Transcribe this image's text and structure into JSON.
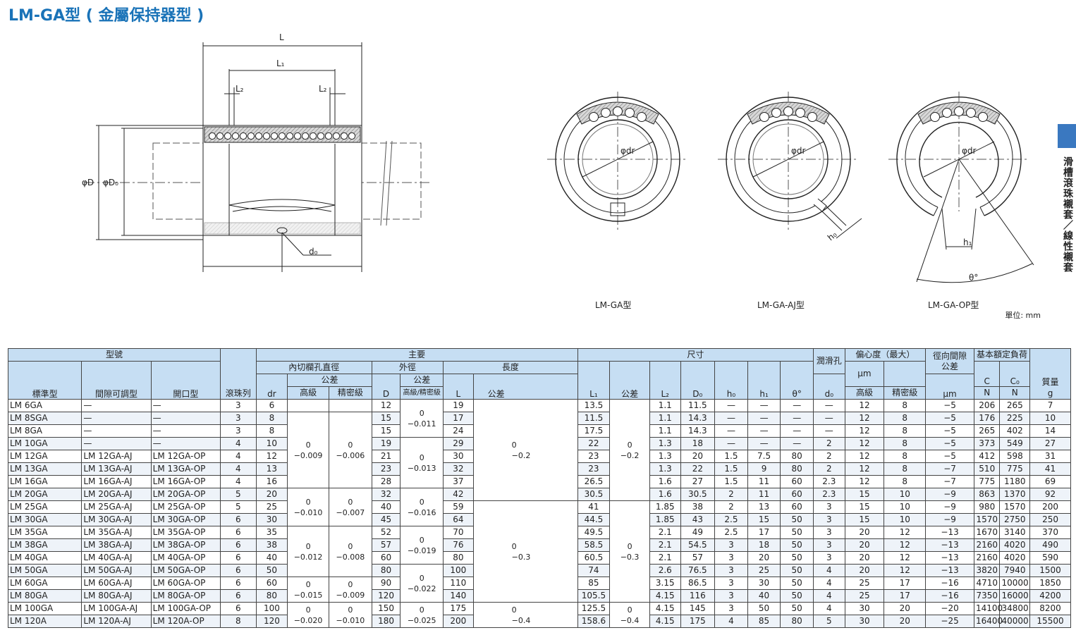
{
  "title": "LM-GA型 ( 金屬保持器型 )",
  "side_tab": "滑槽滾珠襯套／線性襯套",
  "unit": "單位: mm",
  "captions": [
    "LM-GA型",
    "LM-GA-AJ型",
    "LM-GA-OP型"
  ],
  "drawing_labels": {
    "L": "L",
    "L1": "L₁",
    "L2a": "L₂",
    "L2b": "L₂",
    "D": "φD",
    "D0": "φD₀",
    "d0": "d₀",
    "dr1": "φdr",
    "dr2": "φdr",
    "dr3": "φdr",
    "h0": "h₀",
    "h1": "h₁",
    "theta": "θ°"
  },
  "headers": {
    "model": "型號",
    "std": "標準型",
    "adj": "間隙可調型",
    "open": "開口型",
    "balls": "滾珠列",
    "main": "主要",
    "dims": "尺寸",
    "inscribed": "內切欄孔直徑",
    "tol": "公差",
    "high": "高級",
    "prec": "精密級",
    "dr": "dr",
    "od": "外徑",
    "D": "D",
    "tolhp": "高級/精密級",
    "length": "長度",
    "L": "L",
    "ltol": "公差",
    "L1": "L₁",
    "l1tol": "公差",
    "L2": "L₂",
    "D0": "D₀",
    "h0": "h₀",
    "h1": "h₁",
    "theta": "θ°",
    "lube": "潤滑孔",
    "d0": "d₀",
    "ecc": "偏心度（最大）",
    "um": "μm",
    "ecc_high": "高級",
    "ecc_prec": "精密級",
    "radial": "徑向間隙",
    "radial_tol": "公差",
    "radial_um": "μm",
    "load": "基本額定負荷",
    "C": "C",
    "C0": "C₀",
    "N1": "N",
    "N2": "N",
    "mass": "質量",
    "g": "g"
  },
  "rows": [
    {
      "std": "LM 6GA",
      "adj": "—",
      "open": "—",
      "balls": "3",
      "dr": "6",
      "D": "12",
      "L": "19",
      "L1": "13.5",
      "L2": "1.1",
      "D0": "11.5",
      "h0": "—",
      "h1": "—",
      "theta": "—",
      "d0": "—",
      "eh": "12",
      "ep": "8",
      "rc": "−5",
      "C": "206",
      "C0": "265",
      "mass": "7"
    },
    {
      "std": "LM 8SGA",
      "adj": "—",
      "open": "—",
      "balls": "3",
      "dr": "8",
      "D": "15",
      "L": "17",
      "L1": "11.5",
      "L2": "1.1",
      "D0": "14.3",
      "h0": "—",
      "h1": "—",
      "theta": "—",
      "d0": "—",
      "eh": "12",
      "ep": "8",
      "rc": "−5",
      "C": "176",
      "C0": "225",
      "mass": "10"
    },
    {
      "std": "LM 8GA",
      "adj": "—",
      "open": "—",
      "balls": "3",
      "dr": "8",
      "D": "15",
      "L": "24",
      "L1": "17.5",
      "L2": "1.1",
      "D0": "14.3",
      "h0": "—",
      "h1": "—",
      "theta": "—",
      "d0": "—",
      "eh": "12",
      "ep": "8",
      "rc": "−5",
      "C": "265",
      "C0": "402",
      "mass": "14"
    },
    {
      "std": "LM 10GA",
      "adj": "—",
      "open": "—",
      "balls": "4",
      "dr": "10",
      "D": "19",
      "L": "29",
      "L1": "22",
      "L2": "1.3",
      "D0": "18",
      "h0": "—",
      "h1": "—",
      "theta": "—",
      "d0": "2",
      "eh": "12",
      "ep": "8",
      "rc": "−5",
      "C": "373",
      "C0": "549",
      "mass": "27"
    },
    {
      "std": "LM 12GA",
      "adj": "LM 12GA-AJ",
      "open": "LM 12GA-OP",
      "balls": "4",
      "dr": "12",
      "D": "21",
      "L": "30",
      "L1": "23",
      "L2": "1.3",
      "D0": "20",
      "h0": "1.5",
      "h1": "7.5",
      "theta": "80",
      "d0": "2",
      "eh": "12",
      "ep": "8",
      "rc": "−5",
      "C": "412",
      "C0": "598",
      "mass": "31"
    },
    {
      "std": "LM 13GA",
      "adj": "LM 13GA-AJ",
      "open": "LM 13GA-OP",
      "balls": "4",
      "dr": "13",
      "D": "23",
      "L": "32",
      "L1": "23",
      "L2": "1.3",
      "D0": "22",
      "h0": "1.5",
      "h1": "9",
      "theta": "80",
      "d0": "2",
      "eh": "12",
      "ep": "8",
      "rc": "−7",
      "C": "510",
      "C0": "775",
      "mass": "41"
    },
    {
      "std": "LM 16GA",
      "adj": "LM 16GA-AJ",
      "open": "LM 16GA-OP",
      "balls": "4",
      "dr": "16",
      "D": "28",
      "L": "37",
      "L1": "26.5",
      "L2": "1.6",
      "D0": "27",
      "h0": "1.5",
      "h1": "11",
      "theta": "60",
      "d0": "2.3",
      "eh": "12",
      "ep": "8",
      "rc": "−7",
      "C": "775",
      "C0": "1180",
      "mass": "69"
    },
    {
      "std": "LM 20GA",
      "adj": "LM 20GA-AJ",
      "open": "LM 20GA-OP",
      "balls": "5",
      "dr": "20",
      "D": "32",
      "L": "42",
      "L1": "30.5",
      "L2": "1.6",
      "D0": "30.5",
      "h0": "2",
      "h1": "11",
      "theta": "60",
      "d0": "2.3",
      "eh": "15",
      "ep": "10",
      "rc": "−9",
      "C": "863",
      "C0": "1370",
      "mass": "92"
    },
    {
      "std": "LM 25GA",
      "adj": "LM 25GA-AJ",
      "open": "LM 25GA-OP",
      "balls": "5",
      "dr": "25",
      "D": "40",
      "L": "59",
      "L1": "41",
      "L2": "1.85",
      "D0": "38",
      "h0": "2",
      "h1": "13",
      "theta": "60",
      "d0": "3",
      "eh": "15",
      "ep": "10",
      "rc": "−9",
      "C": "980",
      "C0": "1570",
      "mass": "200"
    },
    {
      "std": "LM 30GA",
      "adj": "LM 30GA-AJ",
      "open": "LM 30GA-OP",
      "balls": "6",
      "dr": "30",
      "D": "45",
      "L": "64",
      "L1": "44.5",
      "L2": "1.85",
      "D0": "43",
      "h0": "2.5",
      "h1": "15",
      "theta": "50",
      "d0": "3",
      "eh": "15",
      "ep": "10",
      "rc": "−9",
      "C": "1570",
      "C0": "2750",
      "mass": "250"
    },
    {
      "std": "LM 35GA",
      "adj": "LM 35GA-AJ",
      "open": "LM 35GA-OP",
      "balls": "6",
      "dr": "35",
      "D": "52",
      "L": "70",
      "L1": "49.5",
      "L2": "2.1",
      "D0": "49",
      "h0": "2.5",
      "h1": "17",
      "theta": "50",
      "d0": "3",
      "eh": "20",
      "ep": "12",
      "rc": "−13",
      "C": "1670",
      "C0": "3140",
      "mass": "370"
    },
    {
      "std": "LM 38GA",
      "adj": "LM 38GA-AJ",
      "open": "LM 38GA-OP",
      "balls": "6",
      "dr": "38",
      "D": "57",
      "L": "76",
      "L1": "58.5",
      "L2": "2.1",
      "D0": "54.5",
      "h0": "3",
      "h1": "18",
      "theta": "50",
      "d0": "3",
      "eh": "20",
      "ep": "12",
      "rc": "−13",
      "C": "2160",
      "C0": "4020",
      "mass": "490"
    },
    {
      "std": "LM 40GA",
      "adj": "LM 40GA-AJ",
      "open": "LM 40GA-OP",
      "balls": "6",
      "dr": "40",
      "D": "60",
      "L": "80",
      "L1": "60.5",
      "L2": "2.1",
      "D0": "57",
      "h0": "3",
      "h1": "20",
      "theta": "50",
      "d0": "3",
      "eh": "20",
      "ep": "12",
      "rc": "−13",
      "C": "2160",
      "C0": "4020",
      "mass": "590"
    },
    {
      "std": "LM 50GA",
      "adj": "LM 50GA-AJ",
      "open": "LM 50GA-OP",
      "balls": "6",
      "dr": "50",
      "D": "80",
      "L": "100",
      "L1": "74",
      "L2": "2.6",
      "D0": "76.5",
      "h0": "3",
      "h1": "25",
      "theta": "50",
      "d0": "4",
      "eh": "20",
      "ep": "12",
      "rc": "−13",
      "C": "3820",
      "C0": "7940",
      "mass": "1500"
    },
    {
      "std": "LM 60GA",
      "adj": "LM 60GA-AJ",
      "open": "LM 60GA-OP",
      "balls": "6",
      "dr": "60",
      "D": "90",
      "L": "110",
      "L1": "85",
      "L2": "3.15",
      "D0": "86.5",
      "h0": "3",
      "h1": "30",
      "theta": "50",
      "d0": "4",
      "eh": "25",
      "ep": "17",
      "rc": "−16",
      "C": "4710",
      "C0": "10000",
      "mass": "1850"
    },
    {
      "std": "LM 80GA",
      "adj": "LM 80GA-AJ",
      "open": "LM 80GA-OP",
      "balls": "6",
      "dr": "80",
      "D": "120",
      "L": "140",
      "L1": "105.5",
      "L2": "4.15",
      "D0": "116",
      "h0": "3",
      "h1": "40",
      "theta": "50",
      "d0": "4",
      "eh": "25",
      "ep": "17",
      "rc": "−16",
      "C": "7350",
      "C0": "16000",
      "mass": "4200"
    },
    {
      "std": "LM 100GA",
      "adj": "LM 100GA-AJ",
      "open": "LM 100GA-OP",
      "balls": "6",
      "dr": "100",
      "D": "150",
      "L": "175",
      "L1": "125.5",
      "L2": "4.15",
      "D0": "145",
      "h0": "3",
      "h1": "50",
      "theta": "50",
      "d0": "4",
      "eh": "30",
      "ep": "20",
      "rc": "−20",
      "C": "14100",
      "C0": "34800",
      "mass": "8200"
    },
    {
      "std": "LM 120A",
      "adj": "LM 120A-AJ",
      "open": "LM 120A-OP",
      "balls": "8",
      "dr": "120",
      "D": "180",
      "L": "200",
      "L1": "158.6",
      "L2": "4.15",
      "D0": "175",
      "h0": "4",
      "h1": "85",
      "theta": "80",
      "d0": "5",
      "eh": "30",
      "ep": "20",
      "rc": "−25",
      "C": "16400",
      "C0": "40000",
      "mass": "15500"
    }
  ],
  "merged": {
    "dr_high": [
      {
        "row": 0,
        "span": 1,
        "text": ""
      },
      {
        "row": 1,
        "span": 6,
        "text": "0\n−0.009"
      },
      {
        "row": 7,
        "span": 3,
        "text": "0\n−0.010"
      },
      {
        "row": 10,
        "span": 4,
        "text": "0\n−0.012"
      },
      {
        "row": 14,
        "span": 2,
        "text": "0\n−0.015"
      },
      {
        "row": 16,
        "span": 2,
        "text": "0\n−0.020"
      }
    ],
    "dr_prec": [
      {
        "row": 0,
        "span": 1,
        "text": ""
      },
      {
        "row": 1,
        "span": 6,
        "text": "0\n−0.006"
      },
      {
        "row": 7,
        "span": 3,
        "text": "0\n−0.007"
      },
      {
        "row": 10,
        "span": 4,
        "text": "0\n−0.008"
      },
      {
        "row": 14,
        "span": 2,
        "text": "0\n−0.009"
      },
      {
        "row": 16,
        "span": 2,
        "text": "0\n−0.010"
      }
    ],
    "D_tol": [
      {
        "row": 0,
        "span": 3,
        "text": "0\n−0.011"
      },
      {
        "row": 3,
        "span": 4,
        "text": "0\n−0.013"
      },
      {
        "row": 7,
        "span": 3,
        "text": "0\n−0.016"
      },
      {
        "row": 10,
        "span": 3,
        "text": "0\n−0.019"
      },
      {
        "row": 13,
        "span": 3,
        "text": "0\n−0.022"
      },
      {
        "row": 16,
        "span": 2,
        "text": "0\n−0.025"
      }
    ],
    "L_tol": [
      {
        "row": 0,
        "span": 8,
        "text": "0\n−0.2"
      },
      {
        "row": 8,
        "span": 8,
        "text": "0\n−0.3"
      },
      {
        "row": 16,
        "span": 2,
        "text": "0\n−0.4"
      }
    ],
    "L1_tol": [
      {
        "row": 0,
        "span": 8,
        "text": "0\n−0.2"
      },
      {
        "row": 8,
        "span": 8,
        "text": "0\n−0.3"
      },
      {
        "row": 16,
        "span": 2,
        "text": "0\n−0.4"
      }
    ]
  },
  "colors": {
    "accent": "#1a73b8",
    "header_bg": "#c6def3",
    "side_tab": "#3a78c0"
  }
}
